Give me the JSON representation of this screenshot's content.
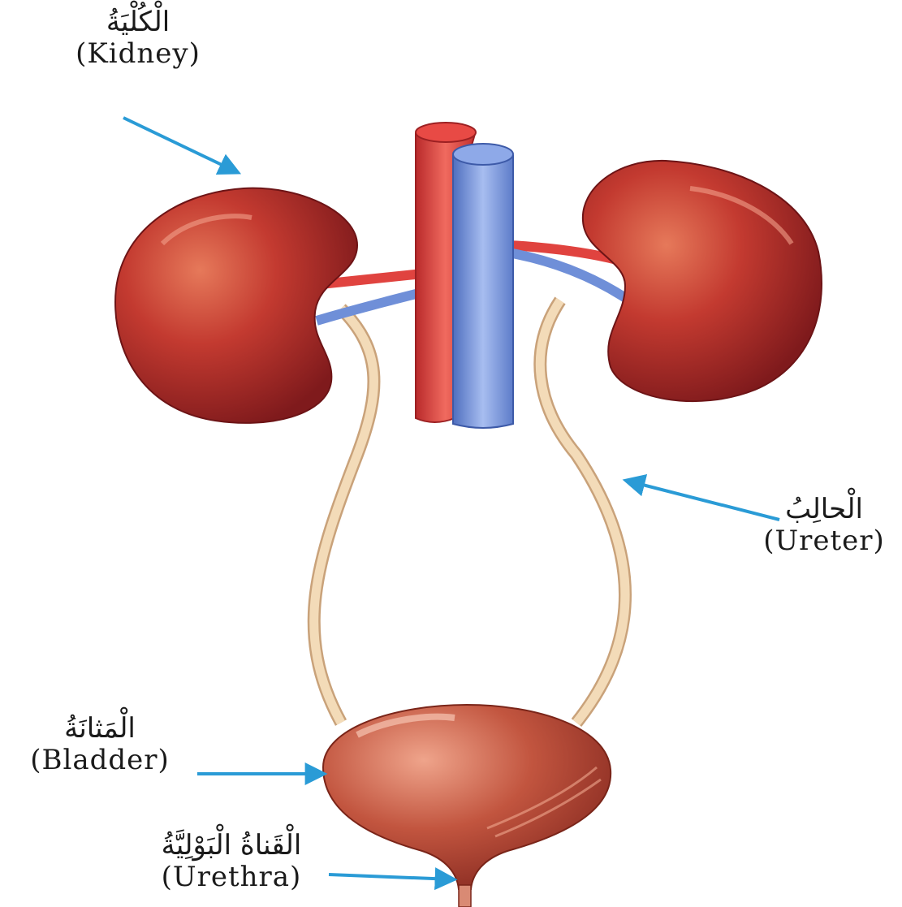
{
  "labels": {
    "kidney": {
      "ar": "الْكُلْيَةُ",
      "en": "(Kidney)"
    },
    "ureter": {
      "ar": "الْحالِبُ",
      "en": "(Ureter)"
    },
    "bladder": {
      "ar": "الْمَثانَةُ",
      "en": "(Bladder)"
    },
    "urethra": {
      "ar": "الْقَناةُ الْبَوْلِيَّةُ",
      "en": "(Urethra)"
    }
  },
  "colors": {
    "kidney": "#b8262a",
    "artery": "#e0433f",
    "vein": "#6f8fd8",
    "ureter": "#f0d2a6",
    "bladder": "#c2553f",
    "arrow": "#2a9bd6",
    "text": "#1a1a1a"
  }
}
